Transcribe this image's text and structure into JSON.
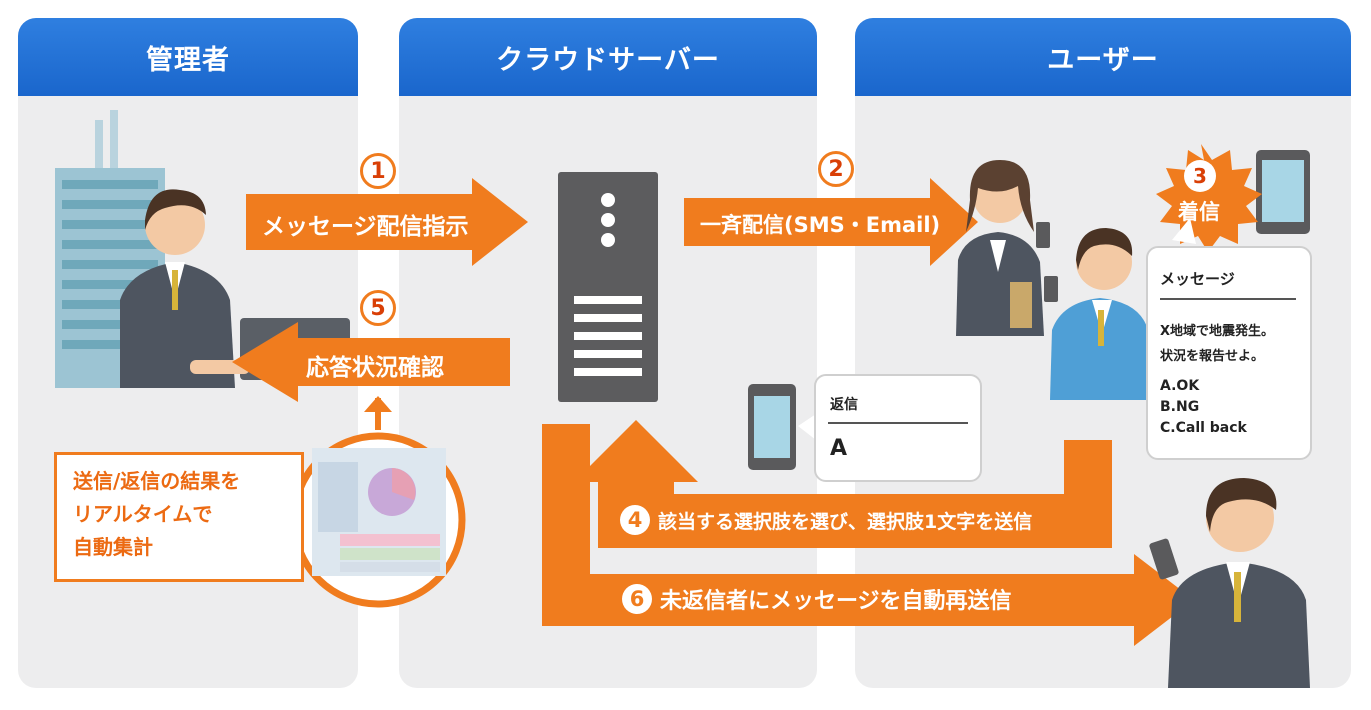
{
  "columns": {
    "admin": "管理者",
    "cloud": "クラウドサーバー",
    "user": "ユーザー"
  },
  "steps": {
    "s1": {
      "num": "1",
      "label": "メッセージ配信指示"
    },
    "s2": {
      "num": "2",
      "label": "一斉配信(SMS・Email)"
    },
    "s3": {
      "num": "3",
      "label": "着信"
    },
    "s4": {
      "num": "4",
      "label": "該当する選択肢を選び、選択肢1文字を送信"
    },
    "s5": {
      "num": "5",
      "label": "応答状況確認"
    },
    "s6": {
      "num": "6",
      "label": "未返信者にメッセージを自動再送信"
    }
  },
  "message_bubble": {
    "title": "メッセージ",
    "line1": "X地域で地震発生。",
    "line2": "状況を報告せよ。",
    "opt_a": "A.OK",
    "opt_b": "B.NG",
    "opt_c": "C.Call back"
  },
  "reply_bubble": {
    "title": "返信",
    "value": "A"
  },
  "summary": {
    "text": "送信/返信の結果を\nリアルタイムで\n自動集計"
  },
  "colors": {
    "orange": "#f07c1e",
    "blue_header": "#1f6fd6",
    "panel_bg": "#ededee"
  },
  "icons": [
    "building-icon",
    "businessman-icon",
    "server-icon",
    "smartphone-icon",
    "businesswoman-icon",
    "chart-magnifier-icon"
  ]
}
